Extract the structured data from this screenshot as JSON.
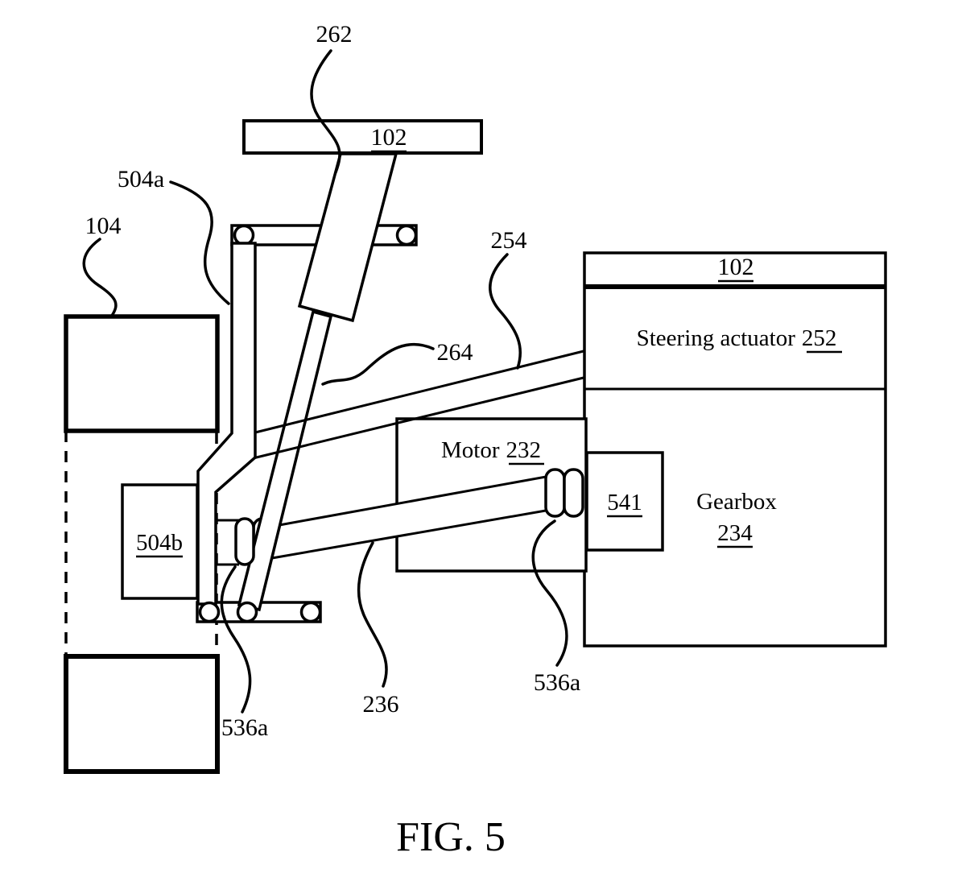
{
  "figure": {
    "caption": "FIG. 5"
  },
  "labels": {
    "steering_wheel_ref": "102",
    "column_upper_ref": "262",
    "strut_ref": "504a",
    "wheel_ref": "104",
    "rod_upper_ref": "254",
    "column_lower_ref": "264",
    "knuckle_ref": "504b",
    "joint_left_ref": "536a",
    "tie_rod_ref": "236",
    "joint_right_ref": "536a",
    "vehicle_header_ref": "102",
    "steering_actuator_text": "Steering actuator",
    "steering_actuator_ref": "252",
    "motor_text": "Motor",
    "motor_ref": "232",
    "coupler_ref": "541",
    "gearbox_text": "Gearbox",
    "gearbox_ref": "234"
  },
  "colors": {
    "ink": "#000000",
    "background": "#ffffff"
  }
}
